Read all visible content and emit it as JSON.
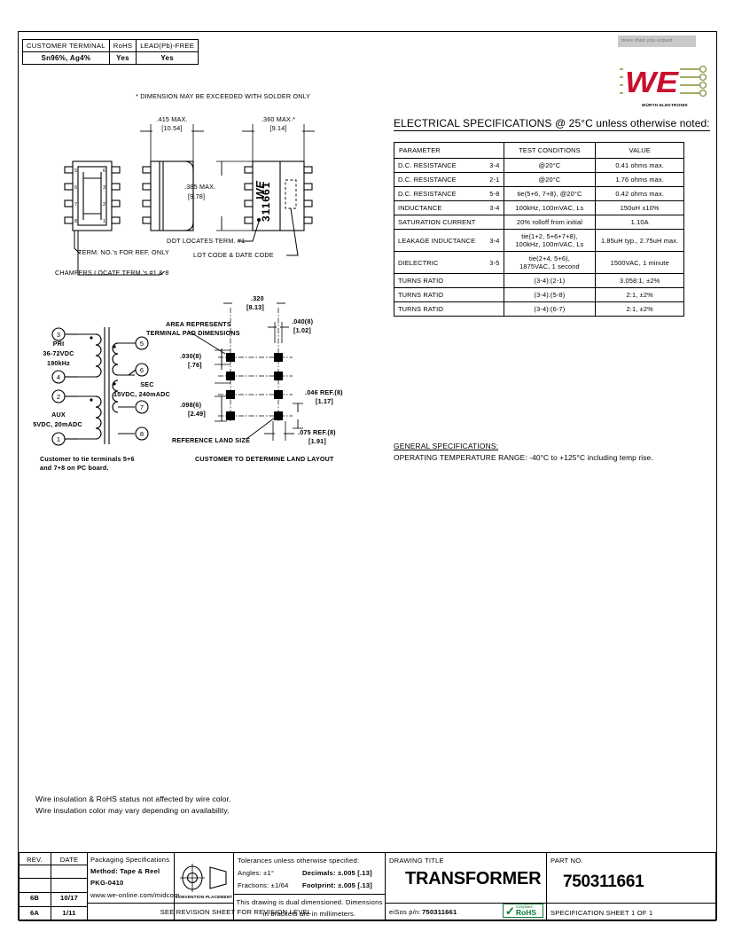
{
  "meta": {
    "sheet_width": 828,
    "sheet_height": 1068
  },
  "customer_terminal_table": {
    "headers": [
      "CUSTOMER  TERMINAL",
      "RoHS",
      "LEAD(Pb)-FREE"
    ],
    "values": [
      "Sn96%, Ag4%",
      "Yes",
      "Yes"
    ]
  },
  "brand": {
    "tagline": "more than you expect",
    "logo_text": "WE",
    "logo_subtitle": "WÜRTH ELEKTRONIK",
    "accent_color": "#c8102e",
    "tag_bg": "#c9c9c9"
  },
  "mechanical": {
    "solder_note": "* DIMENSION MAY BE EXCEEDED WITH SOLDER ONLY",
    "dim_width": {
      "inch": ".415 MAX.",
      "mm": "[10.54]"
    },
    "dim_depth": {
      "inch": ".360 MAX.*",
      "mm": "[9.14]"
    },
    "dim_height": {
      "inch": ".385 MAX.",
      "mm": "[9.78]"
    },
    "part_marking": "311661",
    "notes": {
      "term_ref": "TERM. NO.'s FOR REF. ONLY",
      "chamfers": "CHAMFERS LOCATE TERM.'s #1 & 8",
      "dot": "DOT LOCATES TERM. #1",
      "lot_code": "LOT CODE & DATE CODE"
    },
    "terminal_numbers": [
      "5",
      "6",
      "7",
      "8",
      "4",
      "3",
      "2",
      "1"
    ]
  },
  "schematic": {
    "primary": {
      "label": "PRI",
      "line1": "36-72VDC",
      "line2": "190kHz",
      "pins": [
        "3",
        "4"
      ]
    },
    "aux": {
      "label": "AUX",
      "line1": "5VDC, 20mADC",
      "pins": [
        "2",
        "1"
      ]
    },
    "secondary": {
      "label": "SEC",
      "line1": "15VDC, 240mADC",
      "pins": [
        "5",
        "6",
        "7",
        "8"
      ]
    },
    "note_line1": "Customer to tie terminals 5+6",
    "note_line2": "and 7+8 on PC board."
  },
  "land_layout": {
    "area_note_line1": "AREA REPRESENTS",
    "area_note_line2": "TERMINAL PAD DIMENSIONS",
    "dim_pitch_across": {
      "inch": ".320",
      "mm": "[8.13]"
    },
    "dim_pad_width": {
      "inch": ".040(8)",
      "mm": "[1.02]"
    },
    "dim_row_spacing": {
      "inch": ".030(8)",
      "mm": "[.76]"
    },
    "dim_bottom_gap": {
      "inch": ".098(6)",
      "mm": "[2.49]"
    },
    "dim_land_height": {
      "inch": ".046 REF.(8)",
      "mm": "[1.17]"
    },
    "dim_land_width": {
      "inch": ".075 REF.(8)",
      "mm": "[1.91]"
    },
    "reference_land_size": "REFERENCE LAND SIZE",
    "footer": "CUSTOMER TO DETERMINE LAND LAYOUT"
  },
  "electrical": {
    "heading": "ELECTRICAL SPECIFICATIONS @ 25°C unless otherwise noted:",
    "headers": [
      "PARAMETER",
      "TEST CONDITIONS",
      "VALUE"
    ],
    "rows": [
      {
        "parameter": "D.C. RESISTANCE",
        "pins": "3-4",
        "conditions": "@20°C",
        "value": "0.41 ohms max."
      },
      {
        "parameter": "D.C. RESISTANCE",
        "pins": "2-1",
        "conditions": "@20°C",
        "value": "1.76 ohms max."
      },
      {
        "parameter": "D.C. RESISTANCE",
        "pins": "5-8",
        "conditions": "tie(5+6, 7+8), @20°C",
        "value": "0.42 ohms max."
      },
      {
        "parameter": "INDUCTANCE",
        "pins": "3-4",
        "conditions": "100kHz, 100mVAC, Ls",
        "value": "150uH ±10%"
      },
      {
        "parameter": "SATURATION CURRENT",
        "pins": "",
        "conditions": "20% rolloff from initial",
        "value": "1.10A"
      },
      {
        "parameter": "LEAKAGE INDUCTANCE",
        "pins": "3-4",
        "conditions": "tie(1+2, 5+6+7+8),\n100kHz, 100mVAC, Ls",
        "value": "1.85uH typ., 2.75uH max."
      },
      {
        "parameter": "DIELECTRIC",
        "pins": "3-5",
        "conditions": "tie(2+4, 5+6),\n1875VAC, 1 second",
        "value": "1500VAC, 1 minute"
      },
      {
        "parameter": "TURNS RATIO",
        "pins": "",
        "conditions": "(3-4):(2-1)",
        "value": "3.058:1, ±2%"
      },
      {
        "parameter": "TURNS RATIO",
        "pins": "",
        "conditions": "(3-4):(5-8)",
        "value": "2:1, ±2%"
      },
      {
        "parameter": "TURNS RATIO",
        "pins": "",
        "conditions": "(3-4):(6-7)",
        "value": "2:1, ±2%"
      }
    ]
  },
  "general_specifications": {
    "heading": "GENERAL SPECIFICATIONS:",
    "body": "OPERATING TEMPERATURE RANGE: -40°C to +125°C including temp rise."
  },
  "wire_note": {
    "line1": "Wire insulation & RoHS status not affected by wire color.",
    "line2": "Wire insulation color may vary depending on availability."
  },
  "title_block": {
    "rev_header": "REV.",
    "date_header": "DATE",
    "revisions": [
      {
        "rev": "",
        "date": ""
      },
      {
        "rev": "",
        "date": ""
      },
      {
        "rev": "6B",
        "date": "10/17"
      },
      {
        "rev": "6A",
        "date": "1/11"
      }
    ],
    "packaging": {
      "title": "Packaging Specifications",
      "method": "Method:  Tape & Reel",
      "pkg": "PKG-0410",
      "url": "www.we-online.com/midcom"
    },
    "revision_sheet_note": "SEE REVISION SHEET FOR REVISION LEVEL",
    "convention_label": "CONVENTION PLACEMENT",
    "tolerances": {
      "title": "Tolerances unless otherwise specified:",
      "angles": "Angles: ±1°",
      "decimals": "Decimals: ±.005 [.13]",
      "fractions": "Fractions: ±1/64",
      "footprint": "Footprint: ±.005 [.13]",
      "dual_note_line1": "This drawing is dual dimensioned.  Dimensions",
      "dual_note_line2": "in brackets are in millimeters."
    },
    "drawing_title_label": "DRAWING TITLE",
    "drawing_title": "TRANSFORMER",
    "eisos_label": "eiSos p/n:",
    "eisos_value": "750311661",
    "part_no_label": "PART NO.",
    "part_no": "750311661",
    "spec_sheet": "SPECIFICATION SHEET  1  OF  1",
    "rohs_badge": {
      "top": "compliant",
      "main": "RoHS",
      "color": "#0a7a2f"
    }
  }
}
